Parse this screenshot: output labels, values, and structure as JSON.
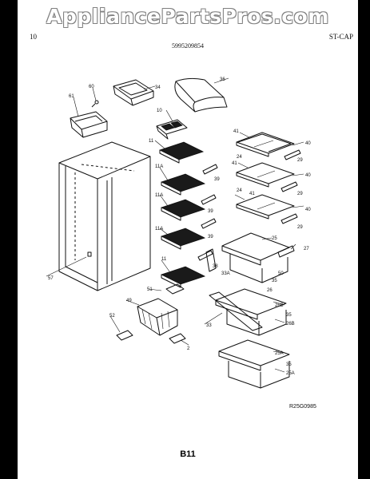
{
  "watermark": "AppliancePartsPros.com",
  "header": {
    "left": "10",
    "center": "5995209854",
    "right": "ST-CAP"
  },
  "reference_code": "R25G0985",
  "page_code": "B11",
  "callouts": [
    "60",
    "34",
    "36",
    "61",
    "10",
    "11",
    "41",
    "40",
    "29",
    "11A",
    "39",
    "24",
    "41",
    "40",
    "29",
    "11A",
    "39",
    "24",
    "41",
    "40",
    "29",
    "11A",
    "39",
    "25",
    "27",
    "11",
    "38",
    "33A",
    "50",
    "35",
    "26",
    "57",
    "51",
    "49",
    "26B",
    "35",
    "26B",
    "52",
    "33",
    "2",
    "25A",
    "35",
    "25A"
  ]
}
